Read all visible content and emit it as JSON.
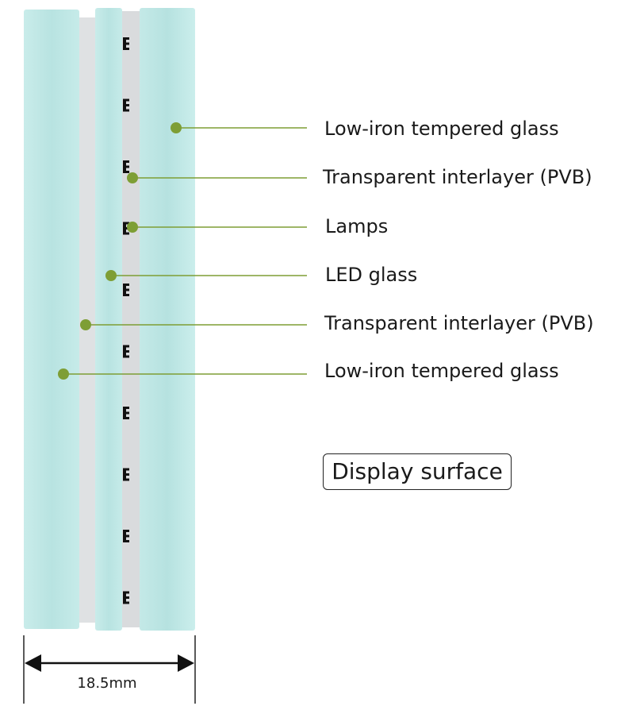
{
  "labels": {
    "l1": "Low-iron tempered glass",
    "l2": "Transparent interlayer (PVB)",
    "l3": "Lamps",
    "l4": "LED glass",
    "l5": "Transparent interlayer (PVB)",
    "l6": "Low-iron tempered glass"
  },
  "display_surface": "Display surface",
  "dimension": "18.5mm",
  "colors": {
    "glass": "#bfe6e4",
    "interlayer": "#dcdee0",
    "leader": "#7e9e35",
    "lamp": "#111111"
  },
  "lamp_count": 10
}
